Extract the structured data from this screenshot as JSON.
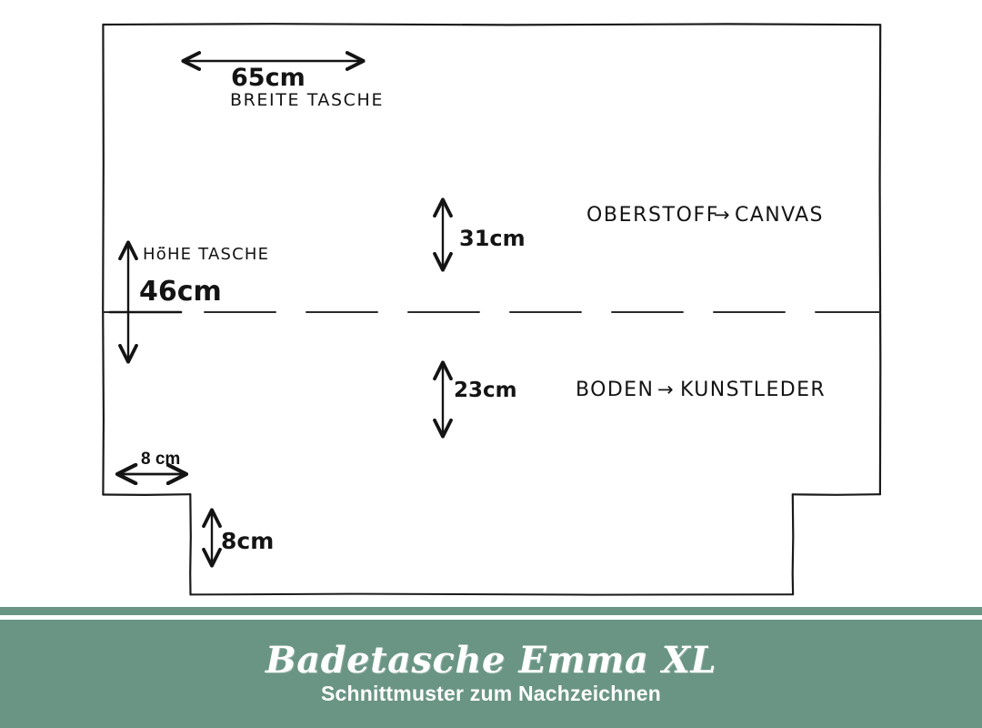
{
  "document": {
    "type": "hand-drawn-sewing-pattern",
    "background_color": "#ffffff",
    "ink_color": "#141414"
  },
  "sketch": {
    "shape_description": "rectangle with square notches cut out of the bottom-left and bottom-right corners",
    "center_fold_line_style": "dashed"
  },
  "annotations": {
    "width_value": "65cm",
    "width_label": "BREITE TASCHE",
    "height_label": "Hö̈HE TASCHE",
    "height_value": "46cm",
    "upper_section_value": "31cm",
    "upper_section_label": "OBERSTOFF",
    "upper_section_arrow": "→",
    "upper_section_material": "CANVAS",
    "lower_section_value": "23cm",
    "lower_section_label": "BODEN",
    "lower_section_arrow": "→",
    "lower_section_material": "KUNSTLEDER",
    "notch_width_value": "8 cm",
    "notch_height_value": "8cm"
  },
  "footer": {
    "background_color": "#6a9584",
    "title": "Badetasche Emma XL",
    "subtitle": "Schnittmuster zum Nachzeichnen"
  }
}
